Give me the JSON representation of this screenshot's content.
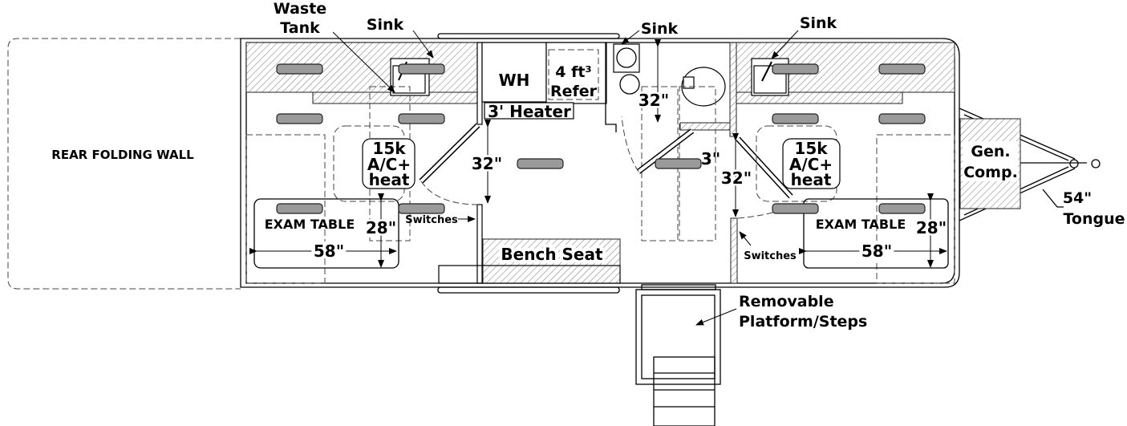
{
  "title": "Trailer floor plan",
  "labels": {
    "waste_tank_1": "Waste",
    "waste_tank_2": "Tank",
    "sink_left": "Sink",
    "sink_bath": "Sink",
    "sink_right": "Sink",
    "rear_wall": "REAR FOLDING WALL",
    "ac_left": [
      "15k",
      "A/C+",
      "heat"
    ],
    "ac_right": [
      "15k",
      "A/C+",
      "heat"
    ],
    "door_left_width": "32\"",
    "switches_left": "Switches",
    "switches_right": "Switches",
    "exam_table_left": "EXAM TABLE",
    "exam_table_right": "EXAM TABLE",
    "table_depth_left": "28\"",
    "table_depth_right": "28\"",
    "table_length_left": "58\"",
    "table_length_right": "58\"",
    "water_heater": "WH",
    "refer_1": "4 ft³",
    "refer_2": "Refer",
    "heater": "3' Heater",
    "bench_seat": "Bench Seat",
    "bath_width": "32\"",
    "wall_gap": "3\"",
    "door_right_width": "32\"",
    "gen_1": "Gen.",
    "gen_2": "Comp.",
    "tongue_1": "54\"",
    "tongue_2": "Tongue",
    "steps_1": "Removable",
    "steps_2": "Platform/Steps"
  }
}
